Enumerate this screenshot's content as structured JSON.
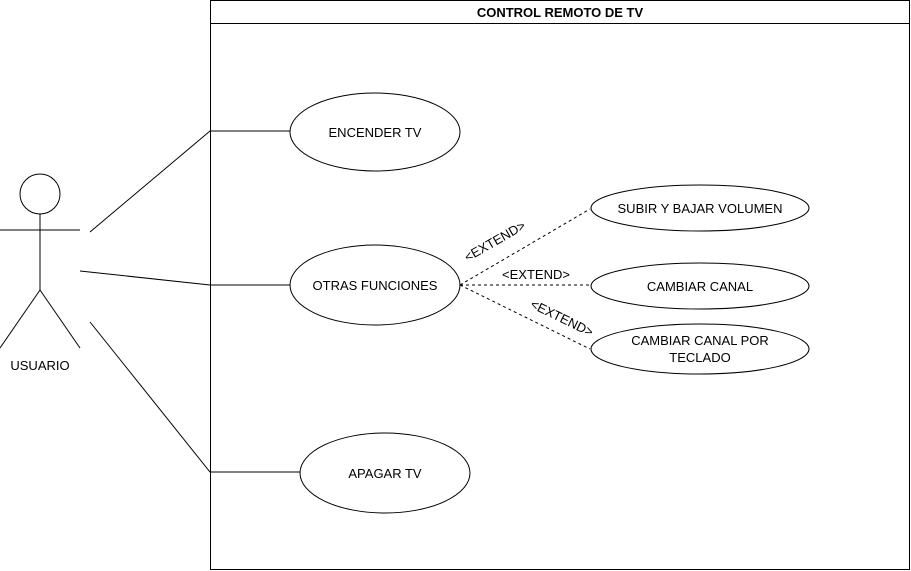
{
  "system": {
    "title": "CONTROL REMOTO DE TV"
  },
  "actor": {
    "label": "USUARIO"
  },
  "use_cases": {
    "encender": "ENCENDER TV",
    "otras": "OTRAS FUNCIONES",
    "apagar": "APAGAR TV",
    "volumen": "SUBIR Y BAJAR VOLUMEN",
    "canal": "CAMBIAR CANAL",
    "teclado_line1": "CAMBIAR CANAL POR",
    "teclado_line2": "TECLADO"
  },
  "relations": {
    "extend_volumen": "<EXTEND>",
    "extend_canal": "<EXTEND>",
    "extend_teclado": "<EXTEND>"
  }
}
